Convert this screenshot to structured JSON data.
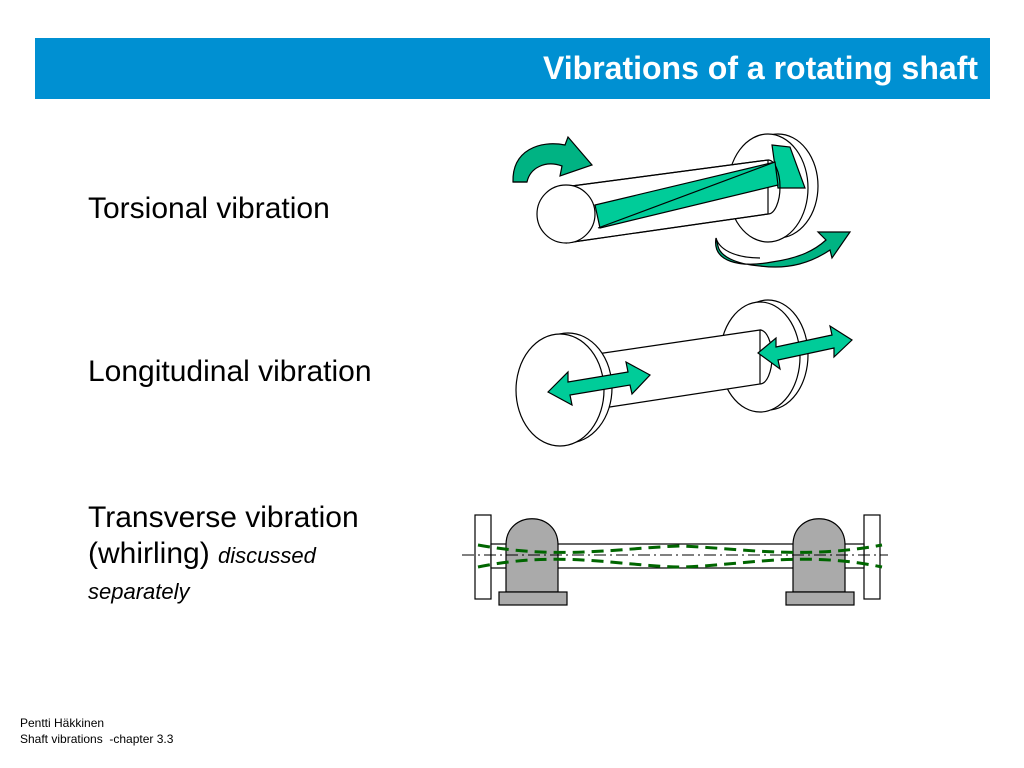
{
  "slide": {
    "title": "Vibrations of a rotating shaft",
    "labels": {
      "torsional": "Torsional vibration",
      "longitudinal": "Longitudinal vibration",
      "transverse_line1": "Transverse vibration",
      "transverse_line2": "(whirling)",
      "transverse_note1": "discussed",
      "transverse_note2": "separately"
    },
    "footer": {
      "author": "Pentti Häkkinen",
      "chapter": "Shaft vibrations  -chapter 3.3"
    }
  },
  "colors": {
    "title_bar": "#0090d2",
    "arrow_fill": "#00cc99",
    "arrow_dark": "#009966",
    "bearing_gray": "#aaaaaa",
    "whirl_dash": "#006600"
  }
}
